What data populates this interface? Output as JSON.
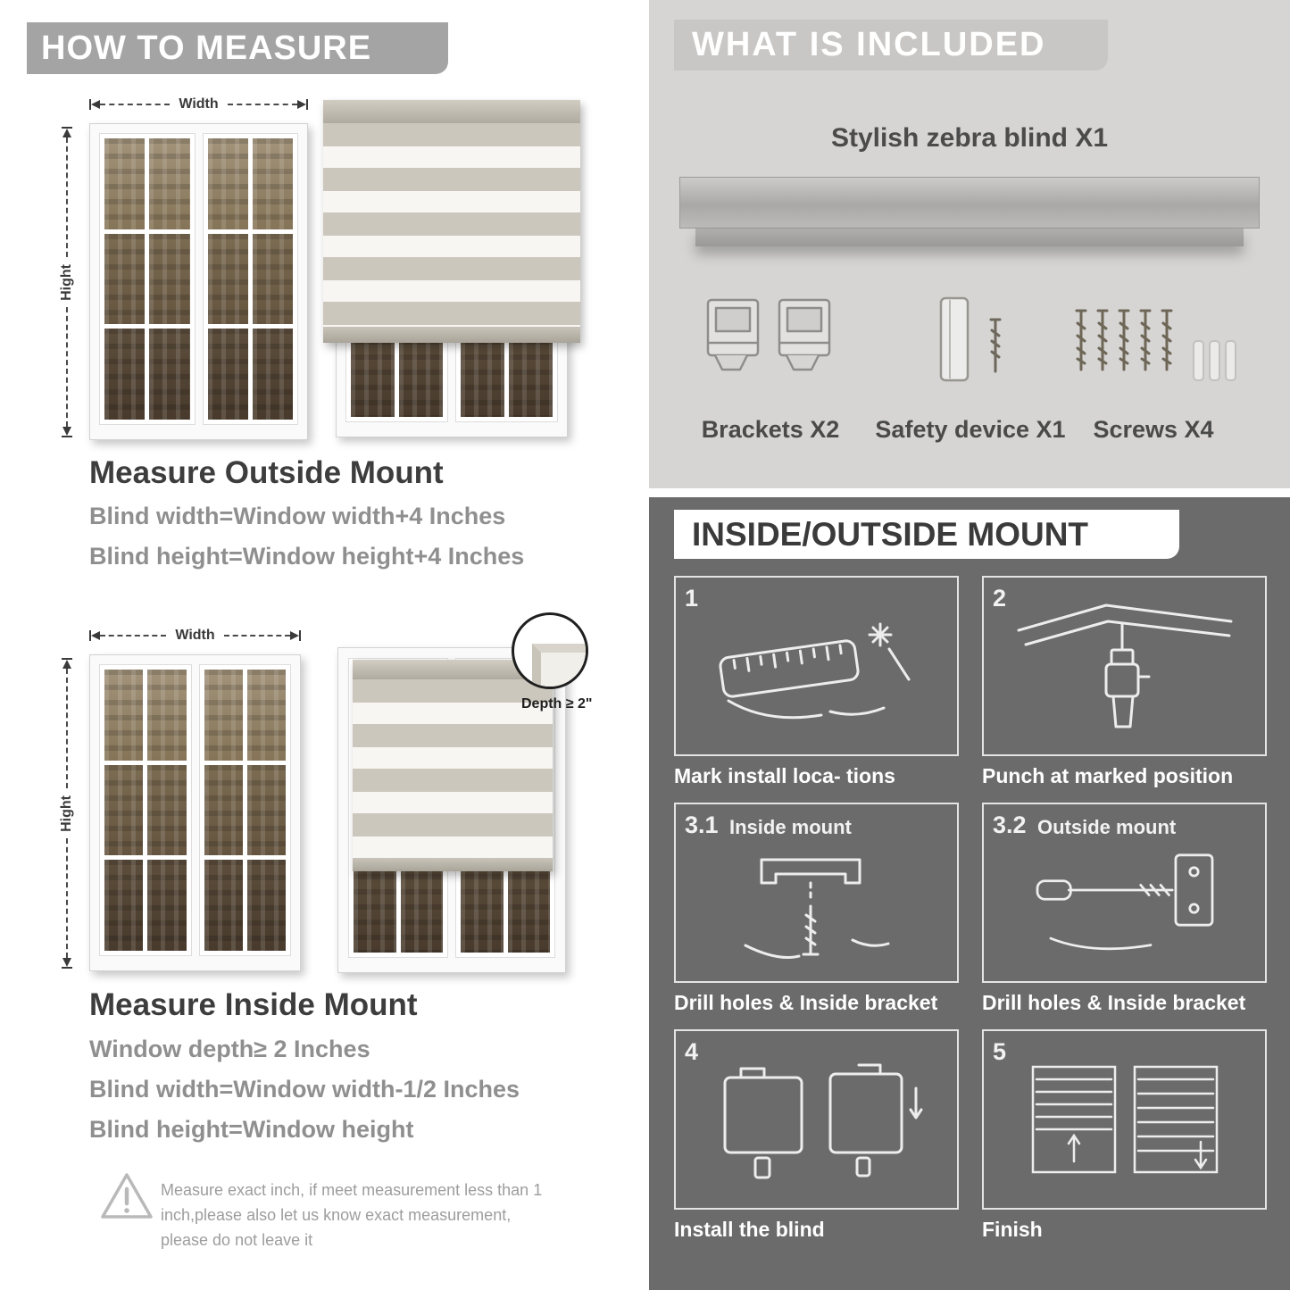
{
  "colors": {
    "left_banner": "#a4a4a4",
    "panel_light": "#d6d5d3",
    "included_banner": "#c8c7c5",
    "panel_dark": "#6b6b6b",
    "title_text": "#3d3d3d",
    "body_text": "#8f8f8f"
  },
  "left": {
    "header": "HOW TO MEASURE",
    "outside": {
      "width_label": "Width",
      "height_label": "Hight",
      "title": "Measure Outside Mount",
      "line1": "Blind width=Window width+4 Inches",
      "line2": "Blind height=Window height+4 Inches"
    },
    "inside": {
      "width_label": "Width",
      "height_label": "Hight",
      "depth_label": "Depth ≥ 2\"",
      "title": "Measure Inside Mount",
      "line1": "Window depth≥ 2 Inches",
      "line2": "Blind width=Window width-1/2 Inches",
      "line3": "Blind height=Window height"
    },
    "warning": {
      "icon": "warning-triangle-icon",
      "text": "Measure exact inch, if meet measurement less than 1 inch,please also let us know exact measurement, please do not leave it"
    }
  },
  "right": {
    "included": {
      "header": "WHAT IS INCLUDED",
      "blind_label": "Stylish zebra blind X1",
      "items": [
        {
          "label": "Brackets X2"
        },
        {
          "label": "Safety device X1"
        },
        {
          "label": "Screws X4"
        }
      ]
    },
    "mount": {
      "header": "INSIDE/OUTSIDE MOUNT",
      "steps": [
        {
          "num": "1",
          "caption": "Mark install loca- tions"
        },
        {
          "num": "2",
          "caption": "Punch at marked position"
        },
        {
          "num": "3.1",
          "title": "Inside mount",
          "caption": "Drill holes & Inside bracket"
        },
        {
          "num": "3.2",
          "title": "Outside mount",
          "caption": "Drill holes & Inside bracket"
        },
        {
          "num": "4",
          "caption": "Install the blind"
        },
        {
          "num": "5",
          "caption": "Finish"
        }
      ]
    }
  }
}
